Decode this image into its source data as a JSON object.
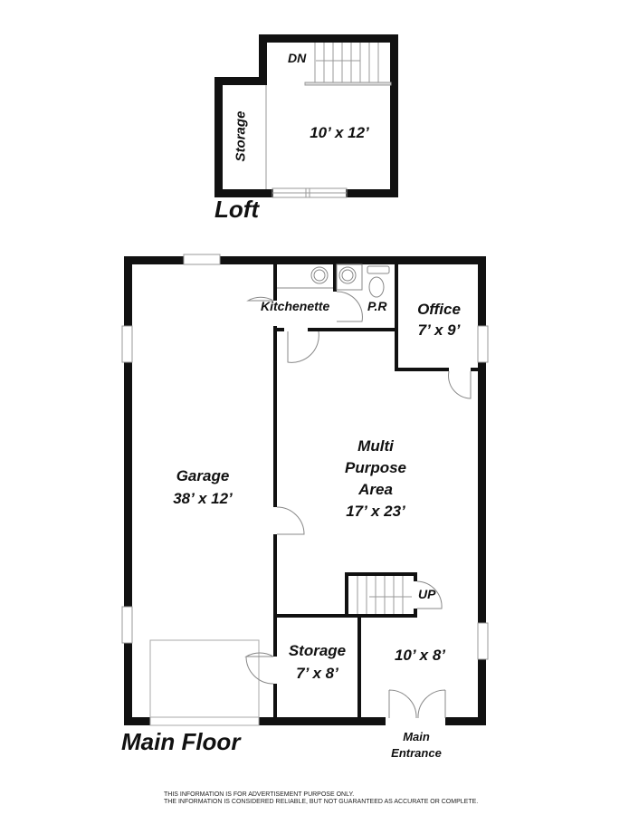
{
  "loft": {
    "title": "Loft",
    "rooms": [
      {
        "name": "Storage",
        "dimensions": ""
      },
      {
        "name": "",
        "dimensions": "10’ x 12’"
      }
    ],
    "stairs_label": "DN"
  },
  "main_floor": {
    "title": "Main Floor",
    "rooms": {
      "garage": {
        "name": "Garage",
        "dimensions": "38’ x 12’"
      },
      "kitchenette": {
        "name": "Kitchenette"
      },
      "powder_room": {
        "name": "P.R"
      },
      "office": {
        "name": "Office",
        "dimensions": "7’ x 9’"
      },
      "multi_purpose": {
        "name_line1": "Multi",
        "name_line2": "Purpose",
        "name_line3": "Area",
        "dimensions": "17’ x 23’"
      },
      "storage": {
        "name": "Storage",
        "dimensions": "7’ x 8’"
      },
      "entry": {
        "dimensions": "10’ x 8’"
      }
    },
    "stairs_label": "UP",
    "entrance_line1": "Main",
    "entrance_line2": "Entrance"
  },
  "disclaimer": {
    "line1": "THIS INFORMATION IS FOR ADVERTISEMENT PURPOSE ONLY.",
    "line2": "THE INFORMATION IS CONSIDERED RELIABLE, BUT NOT GUARANTEED AS ACCURATE OR COMPLETE."
  },
  "colors": {
    "wall": "#111111",
    "fixture": "#888888",
    "background": "#ffffff"
  }
}
